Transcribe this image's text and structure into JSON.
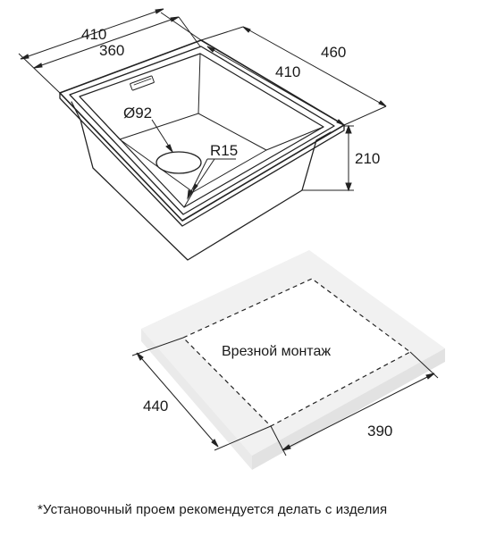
{
  "sink": {
    "dims": {
      "top_width_outer": "410",
      "top_width_inner": "360",
      "length_outer": "460",
      "length_inner": "410",
      "depth": "210",
      "drain_diameter": "Ø92",
      "corner_radius": "R15"
    }
  },
  "cutout": {
    "label": "Врезной монтаж",
    "dims": {
      "depth": "440",
      "width": "390"
    }
  },
  "footnote": "*Установочный проем рекомендуется делать с изделия"
}
